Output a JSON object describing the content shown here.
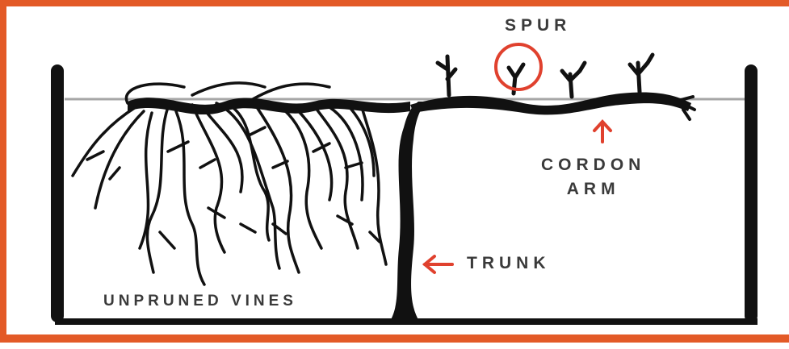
{
  "labels": {
    "spur": "SPUR",
    "cordon_line1": "CORDON",
    "cordon_line2": "ARM",
    "trunk": "TRUNK",
    "unpruned": "UNPRUNED VINES"
  },
  "colors": {
    "frame": "#e35a27",
    "annotation": "#e0412e",
    "vine": "#111111",
    "wire": "#a6a6a6",
    "text": "#3a3a3a"
  },
  "icons": {
    "arrow_cordon": "arrow-up-icon",
    "arrow_trunk": "arrow-left-icon",
    "spur_highlight": "circle-highlight-icon"
  }
}
